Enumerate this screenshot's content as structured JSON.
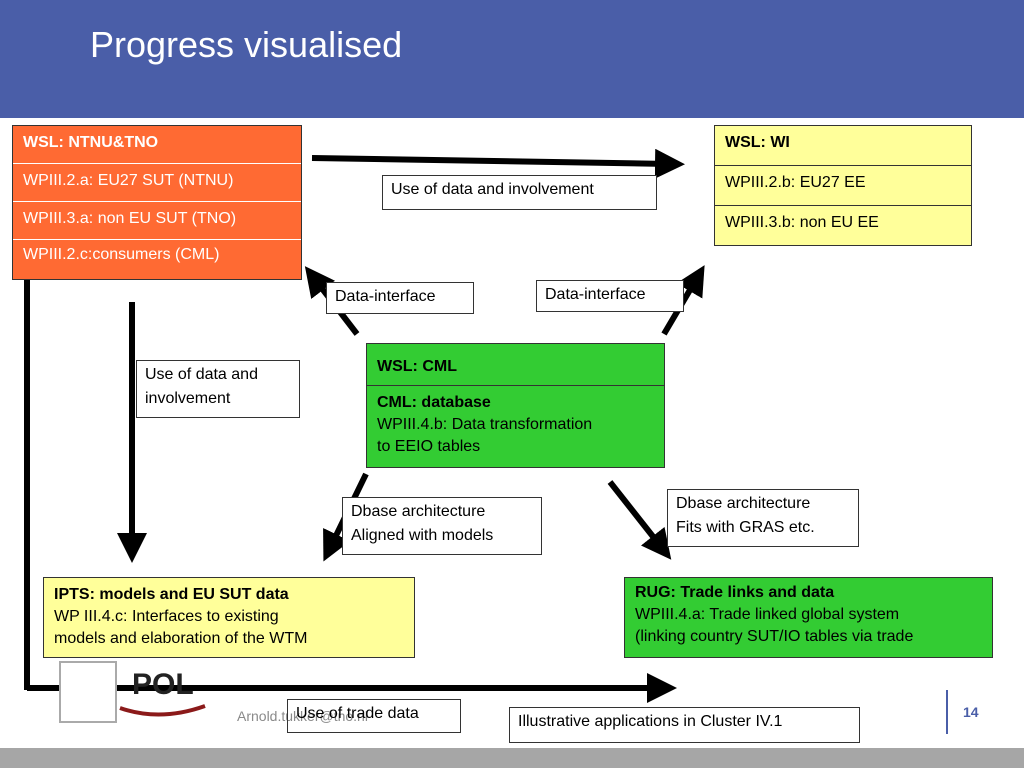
{
  "header": {
    "title": "Progress visualised"
  },
  "boxes": {
    "ntnu_tno": {
      "title": "WSL: NTNU&TNO",
      "rows": [
        "WPIII.2.a: EU27 SUT (NTNU)",
        "WPIII.3.a: non EU SUT (TNO)",
        "WPIII.2.c:consumers (CML)"
      ]
    },
    "wi": {
      "title": "WSL: WI",
      "rows": [
        "WPIII.2.b: EU27 EE",
        "WPIII.3.b: non EU EE"
      ]
    },
    "cml": {
      "title": "WSL: CML",
      "subtitle": "CML: database",
      "body_line1": "WPIII.4.b: Data transformation",
      "body_line2": "to EEIO tables"
    },
    "ipts": {
      "title": "IPTS: models and EU SUT data",
      "body_line1": "WP III.4.c: Interfaces  to existing",
      "body_line2": "models and elaboration of the WTM"
    },
    "rug": {
      "title": "RUG: Trade links and data",
      "body_line1": "WPIII.4.a: Trade linked global system",
      "body_line2": "(linking country SUT/IO tables via trade"
    }
  },
  "labels": {
    "use_data_top": "Use of data and involvement",
    "data_interface_left": "Data-interface",
    "data_interface_right": "Data-interface",
    "use_data_left_line1": "Use of data and",
    "use_data_left_line2": "involvement",
    "dbase_left_line1": "Dbase architecture",
    "dbase_left_line2": "Aligned with models",
    "dbase_right_line1": "Dbase architecture",
    "dbase_right_line2": "Fits with GRAS etc.",
    "use_trade_data": "Use of trade data",
    "illustrative": "Illustrative applications in Cluster IV.1"
  },
  "footer": {
    "author": "Arnold.tukker@tno.nl",
    "page_number": "14",
    "logo_text": "POL"
  },
  "colors": {
    "header": "#4a5ea8",
    "orange": "#ff6a33",
    "yellow": "#ffff9a",
    "green": "#33cc33"
  }
}
